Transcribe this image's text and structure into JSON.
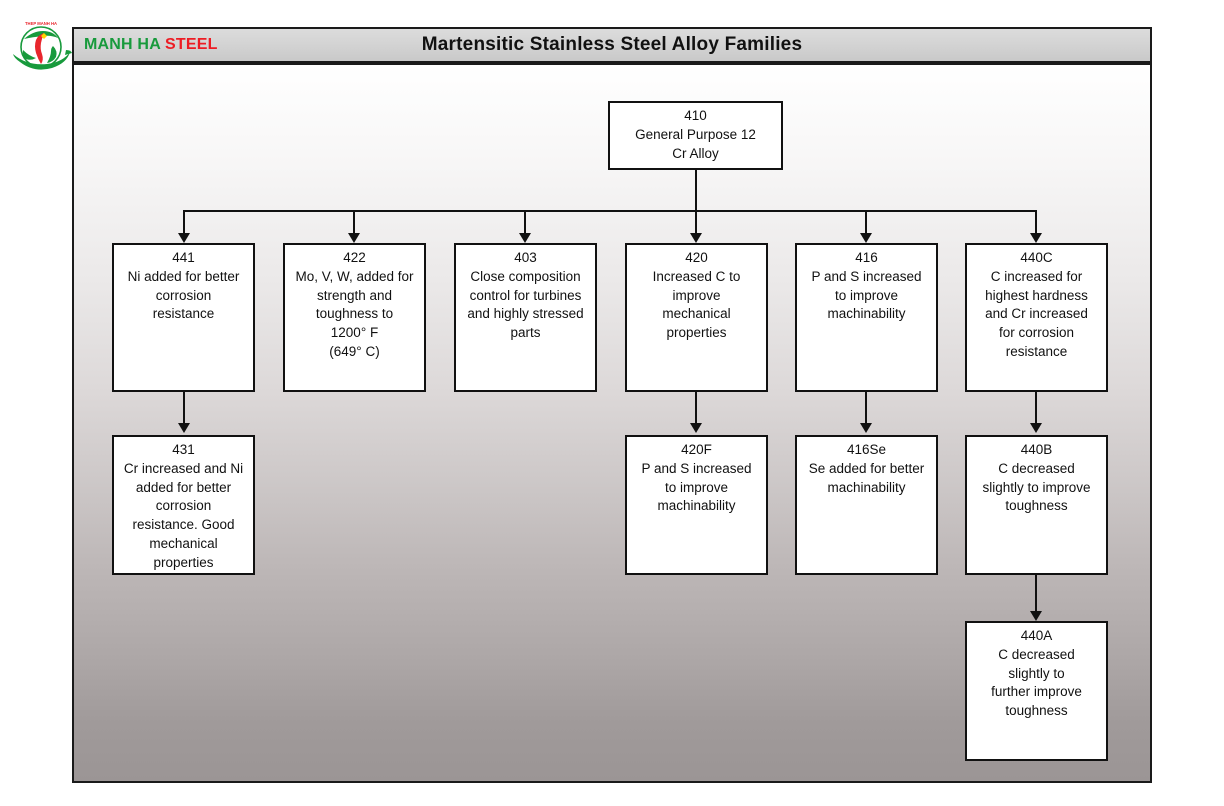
{
  "brand": {
    "part1": "MANH HA ",
    "part2": "STEEL",
    "logo_icon": "globe-vietnam-logo",
    "color_green": "#189a3c",
    "color_red": "#ed1c24"
  },
  "header": {
    "title": "Martensitic Stainless Steel Alloy Families"
  },
  "diagram": {
    "type": "tree",
    "root": {
      "code": "410",
      "desc": "General Purpose 12\nCr Alloy"
    },
    "level1": [
      {
        "code": "441",
        "desc": "Ni added for better\ncorrosion\nresistance"
      },
      {
        "code": "422",
        "desc": "Mo, V, W, added for\nstrength and\ntoughness to\n1200° F\n(649° C)"
      },
      {
        "code": "403",
        "desc": "Close composition\ncontrol for turbines\nand highly stressed\nparts"
      },
      {
        "code": "420",
        "desc": "Increased C to\nimprove\nmechanical\nproperties"
      },
      {
        "code": "416",
        "desc": "P and S increased\nto improve\nmachinability"
      },
      {
        "code": "440C",
        "desc": "C increased for\nhighest hardness\nand Cr increased\nfor corrosion\nresistance"
      }
    ],
    "level2": [
      {
        "code": "431",
        "desc": "Cr increased and Ni\nadded for better\ncorrosion\nresistance. Good\nmechanical\nproperties"
      },
      {
        "code": "420F",
        "desc": "P and S increased\nto improve\nmachinability"
      },
      {
        "code": "416Se",
        "desc": "Se added for better\nmachinability"
      },
      {
        "code": "440B",
        "desc": "C decreased\nslightly to improve\ntoughness"
      }
    ],
    "level3": [
      {
        "code": "440A",
        "desc": "C decreased\nslightly to\nfurther improve\ntoughness"
      }
    ]
  }
}
